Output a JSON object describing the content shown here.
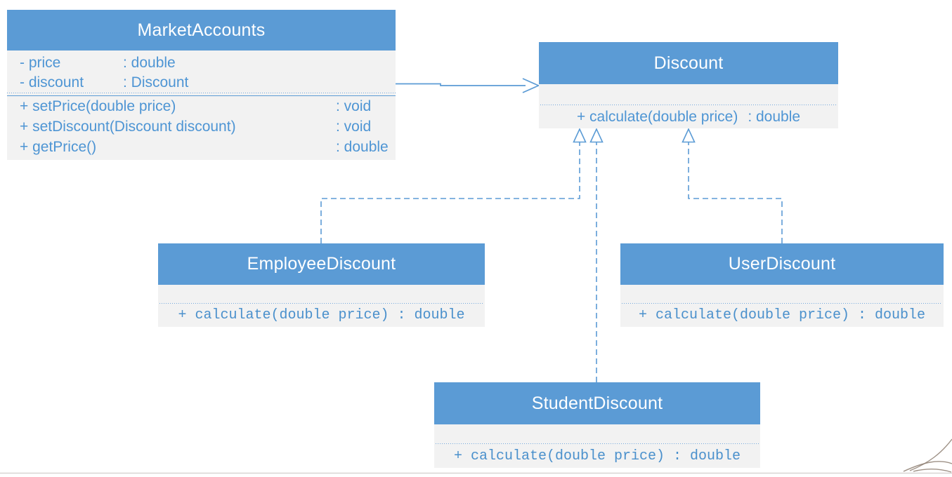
{
  "diagram": {
    "type": "uml-class-diagram",
    "colors": {
      "header_blue": "#5B9BD5",
      "body_gray": "#F2F2F2",
      "text_blue": "#4E95D4",
      "mono_text_blue": "#4A90CC",
      "connector_blue": "#5B9BD5",
      "baseline_gray": "#D8D5D2",
      "flourish_brown": "#8D7E71"
    }
  },
  "classes": {
    "market_accounts": {
      "name": "MarketAccounts",
      "attributes": [
        {
          "name": "- price",
          "type": ": double"
        },
        {
          "name": "- discount",
          "type": ": Discount"
        }
      ],
      "methods": [
        {
          "signature": "+ setPrice(double price)",
          "returns": ": void"
        },
        {
          "signature": "+ setDiscount(Discount discount)",
          "returns": ": void"
        },
        {
          "signature": "+ getPrice()",
          "returns": ": double"
        }
      ]
    },
    "discount": {
      "name": "Discount",
      "attributes": [],
      "methods": [
        {
          "signature": "+ calculate(double price)",
          "returns": ": double"
        }
      ]
    },
    "employee_discount": {
      "name": "EmployeeDiscount",
      "attributes": [],
      "methods": [
        {
          "signature": "+ calculate(double price) : double"
        }
      ]
    },
    "user_discount": {
      "name": "UserDiscount",
      "attributes": [],
      "methods": [
        {
          "signature": "+ calculate(double price) : double"
        }
      ]
    },
    "student_discount": {
      "name": "StudentDiscount",
      "attributes": [],
      "methods": [
        {
          "signature": "+ calculate(double price) : double"
        }
      ]
    }
  },
  "relationships": [
    {
      "from": "MarketAccounts",
      "to": "Discount",
      "type": "association",
      "line": "solid",
      "arrowhead": "open-arrow"
    },
    {
      "from": "EmployeeDiscount",
      "to": "Discount",
      "type": "realization",
      "line": "dashed",
      "arrowhead": "hollow-triangle"
    },
    {
      "from": "StudentDiscount",
      "to": "Discount",
      "type": "realization",
      "line": "dashed",
      "arrowhead": "hollow-triangle"
    },
    {
      "from": "UserDiscount",
      "to": "Discount",
      "type": "realization",
      "line": "dashed",
      "arrowhead": "hollow-triangle"
    }
  ]
}
